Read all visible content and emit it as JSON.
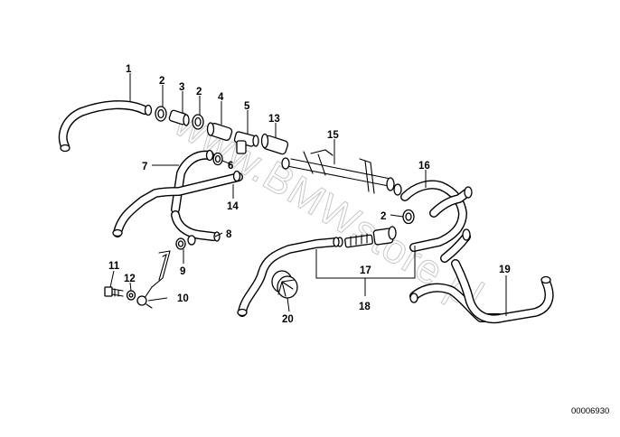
{
  "diagram": {
    "watermark": "www.BMWstore.pl",
    "drawing_number": "00006930",
    "callouts": [
      "1",
      "2",
      "3",
      "2",
      "4",
      "5",
      "13",
      "15",
      "7",
      "6",
      "16",
      "14",
      "2",
      "8",
      "9",
      "11",
      "12",
      "10",
      "17",
      "18",
      "19",
      "20"
    ]
  }
}
